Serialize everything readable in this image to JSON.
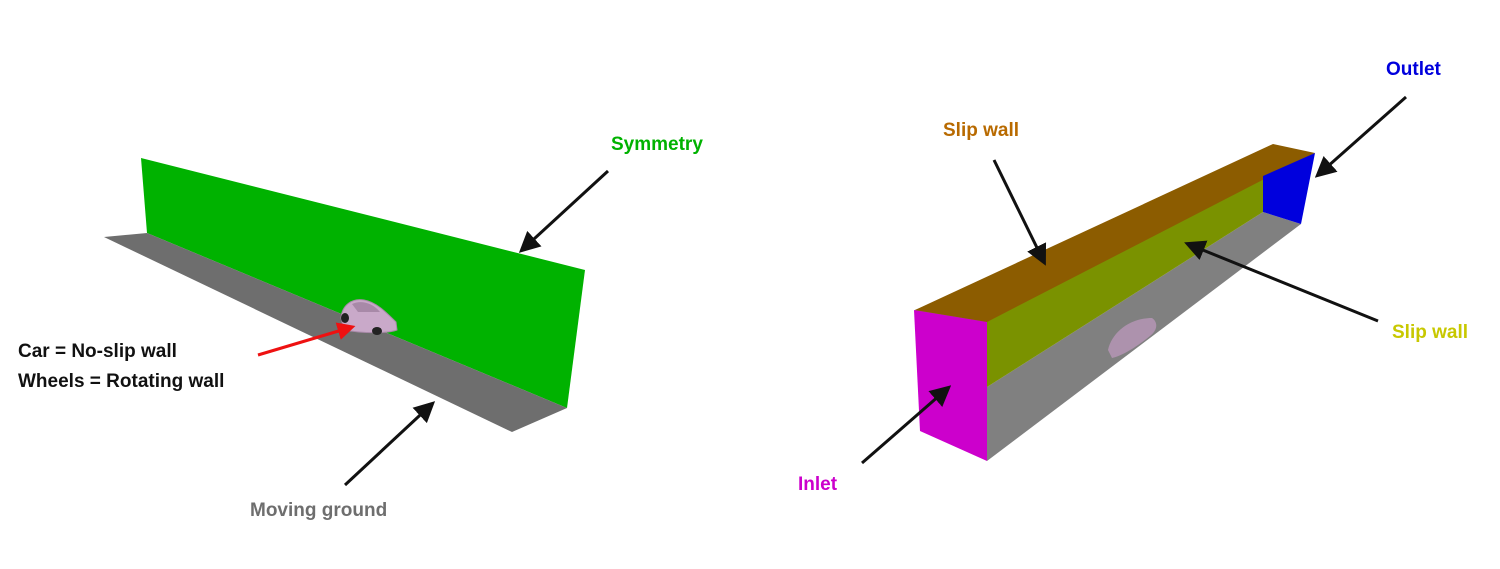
{
  "left_panel": {
    "symmetry_label": "Symmetry",
    "car_label_line1": "Car = No-slip wall",
    "car_label_line2": "Wheels = Rotating wall",
    "ground_label": "Moving ground"
  },
  "right_panel": {
    "top_label": "Slip wall",
    "side_label": "Slip wall",
    "outlet_label": "Outlet",
    "inlet_label": "Inlet"
  },
  "colors": {
    "symmetry": "#00b200",
    "ground": "#6e6e6e",
    "car_body": "#c8a8c8",
    "label_black": "#111111",
    "label_gray": "#6e6e6e",
    "red_arrow": "#ee1111",
    "top_wall": "#8c5c00",
    "side_wall": "#7a9200",
    "outlet": "#0000dd",
    "inlet": "#cc00cc",
    "box_side_gray": "#808080",
    "slip_top_label": "#b86a00",
    "slip_side_label": "#c8c800"
  }
}
